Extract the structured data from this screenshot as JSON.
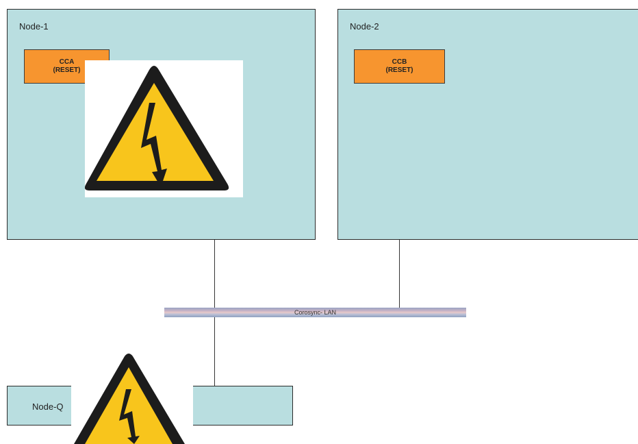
{
  "nodes": {
    "node1": {
      "label": "Node-1"
    },
    "node2": {
      "label": "Node-2"
    },
    "nodeq": {
      "label": "Node-Q"
    }
  },
  "fencing": {
    "cca": {
      "name": "CCA",
      "state": "(RESET)"
    },
    "ccb": {
      "name": "CCB",
      "state": "(RESET)"
    }
  },
  "network": {
    "lan_label": "Corosync- LAN"
  },
  "icons": {
    "warning": "high-voltage-warning-icon"
  },
  "colors": {
    "node_fill": "#b9dee0",
    "fence_fill": "#f7952f",
    "warning_yellow": "#f8c51c"
  }
}
